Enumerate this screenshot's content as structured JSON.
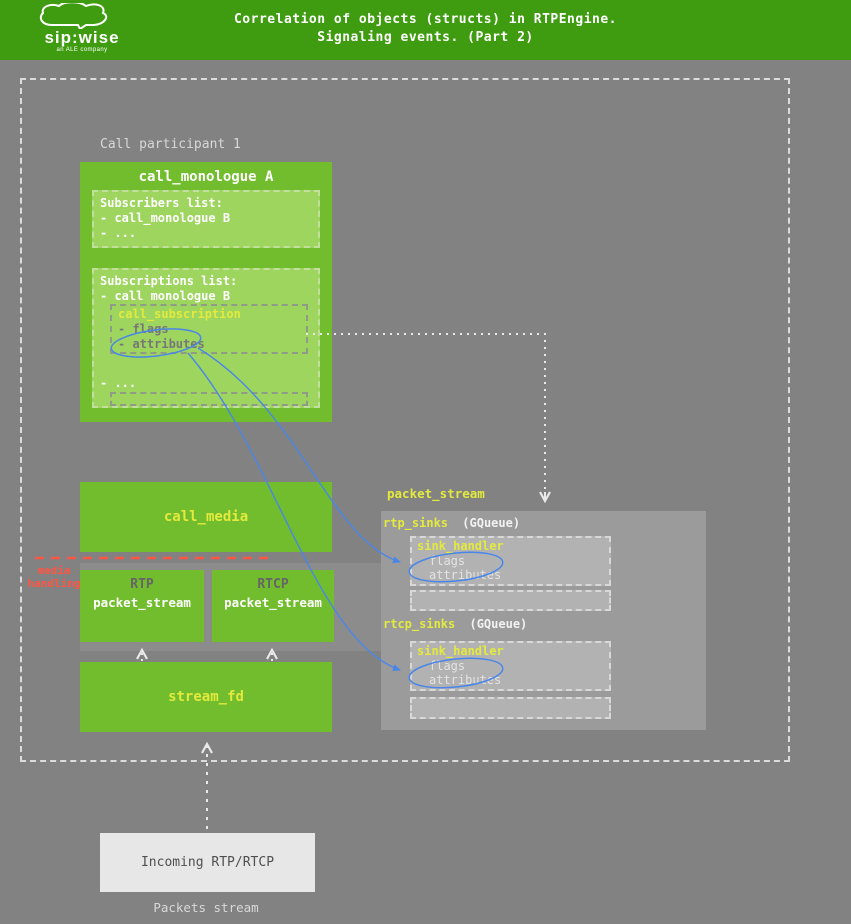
{
  "header": {
    "title_line1": "Correlation of objects (structs) in RTPEngine.",
    "title_line2": "Signaling events. (Part 2)",
    "logo": {
      "text": "sip:wise",
      "subtext": "an ALE company"
    }
  },
  "diagram": {
    "participant_label": "Call participant 1",
    "call_monologue": {
      "title": "call_monologue A",
      "subscribers": {
        "title": "Subscribers list:",
        "items": [
          "- call_monologue B",
          "- ..."
        ]
      },
      "subscriptions": {
        "title": "Subscriptions list:",
        "item": "- call monologue B",
        "call_subscription": {
          "title": "call_subscription",
          "flags": "- flags",
          "attributes": "- attributes"
        },
        "more": "- ..."
      }
    },
    "call_media": {
      "title": "call_media"
    },
    "media_handling": {
      "line1": "media",
      "line2": "handling"
    },
    "rtp_stream": {
      "label": "RTP",
      "title": "packet_stream"
    },
    "rtcp_stream": {
      "label": "RTCP",
      "title": "packet_stream"
    },
    "stream_fd": {
      "title": "stream_fd"
    },
    "incoming": {
      "title": "Incoming RTP/RTCP",
      "caption": "Packets stream"
    },
    "packet_stream_panel": {
      "title": "packet_stream",
      "rtp_sinks": {
        "name": "rtp_sinks",
        "type": "(GQueue)",
        "sink_handler": {
          "title": "sink_handler",
          "flags": "flags",
          "attributes": "attributes"
        }
      },
      "rtcp_sinks": {
        "name": "rtcp_sinks",
        "type": "(GQueue)",
        "sink_handler": {
          "title": "sink_handler",
          "flags": "flags",
          "attributes": "attributes"
        }
      }
    }
  },
  "colors": {
    "background_gray": "#828282",
    "header_green": "#3f9c10",
    "box_green": "#72bd2d",
    "inner_green": "#9dd55f",
    "panel_gray": "#9b9b9b",
    "handler_gray": "#b2b2b2",
    "accent_yellow": "#e3ea3d",
    "accent_red": "#ff5544",
    "accent_blue": "#4a86e8"
  }
}
